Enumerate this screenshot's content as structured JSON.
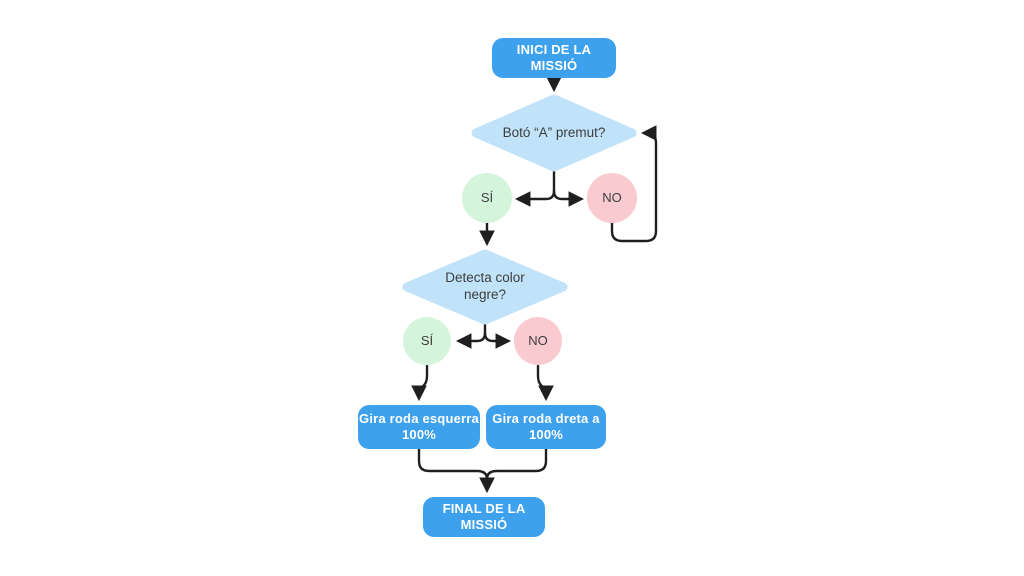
{
  "colors": {
    "background": "#ffffff",
    "process_fill": "#3da1ee",
    "decision_fill": "#c0e3f9",
    "yes_fill": "#d4f5dc",
    "no_fill": "#f9cacf",
    "line": "#1f1f1f",
    "text_dark": "#3d3d3d",
    "text_light": "#ffffff"
  },
  "nodes": {
    "start": {
      "label": "INICI DE LA MISSIÓ"
    },
    "decision_button": {
      "label": "Botó “A” premut?"
    },
    "yes_1": {
      "label": "SÍ"
    },
    "no_1": {
      "label": "NO"
    },
    "decision_color": {
      "label": "Detecta color negre?"
    },
    "yes_2": {
      "label": "SÍ"
    },
    "no_2": {
      "label": "NO"
    },
    "action_left_wheel": {
      "label": "Gira roda esquerra 100%"
    },
    "action_right_wheel": {
      "label": "Gira roda dreta a 100%"
    },
    "end": {
      "label": "FINAL DE LA MISSIÓ"
    }
  }
}
